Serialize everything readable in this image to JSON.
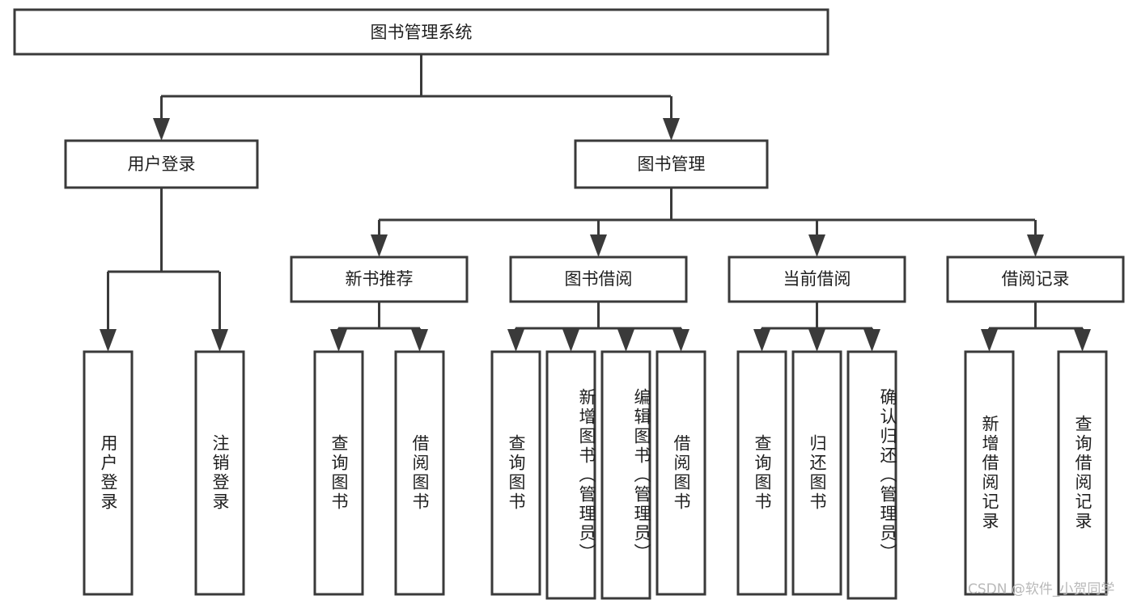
{
  "diagram": {
    "title": "图书管理系统",
    "type": "hierarchy-tree",
    "root": {
      "id": "root",
      "label": "图书管理系统"
    },
    "level2": [
      {
        "id": "user-login",
        "label": "用户登录"
      },
      {
        "id": "book-manage",
        "label": "图书管理"
      }
    ],
    "level3": [
      {
        "id": "new-book-rec",
        "label": "新书推荐",
        "parent": "book-manage"
      },
      {
        "id": "book-borrow",
        "label": "图书借阅",
        "parent": "book-manage"
      },
      {
        "id": "current-borrow",
        "label": "当前借阅",
        "parent": "book-manage"
      },
      {
        "id": "borrow-record",
        "label": "借阅记录",
        "parent": "book-manage"
      }
    ],
    "leaves": [
      {
        "id": "leaf-user-login",
        "label": "用户登录",
        "parent": "user-login"
      },
      {
        "id": "leaf-user-logout",
        "label": "注销登录",
        "parent": "user-login"
      },
      {
        "id": "leaf-query-book-1",
        "label": "查询图书",
        "parent": "new-book-rec"
      },
      {
        "id": "leaf-borrow-book-1",
        "label": "借阅图书",
        "parent": "new-book-rec"
      },
      {
        "id": "leaf-query-book-2",
        "label": "查询图书",
        "parent": "book-borrow"
      },
      {
        "id": "leaf-add-book",
        "label": "新增图书（管理员）",
        "parent": "book-borrow"
      },
      {
        "id": "leaf-edit-book",
        "label": "编辑图书（管理员）",
        "parent": "book-borrow"
      },
      {
        "id": "leaf-borrow-book-2",
        "label": "借阅图书",
        "parent": "book-borrow"
      },
      {
        "id": "leaf-query-book-3",
        "label": "查询图书",
        "parent": "current-borrow"
      },
      {
        "id": "leaf-return-book",
        "label": "归还图书",
        "parent": "current-borrow"
      },
      {
        "id": "leaf-confirm-return",
        "label": "确认归还（管理员）",
        "parent": "current-borrow"
      },
      {
        "id": "leaf-add-record",
        "label": "新增借阅记录",
        "parent": "borrow-record"
      },
      {
        "id": "leaf-query-record",
        "label": "查询借阅记录",
        "parent": "borrow-record"
      }
    ]
  },
  "watermark": {
    "text": "CSDN @软件_小贺同学"
  },
  "colors": {
    "stroke": "#3a3a3a",
    "box_fill": "#ffffff",
    "text": "#1f1f1f",
    "background": "#ffffff",
    "watermark": "#b9b9b9"
  }
}
